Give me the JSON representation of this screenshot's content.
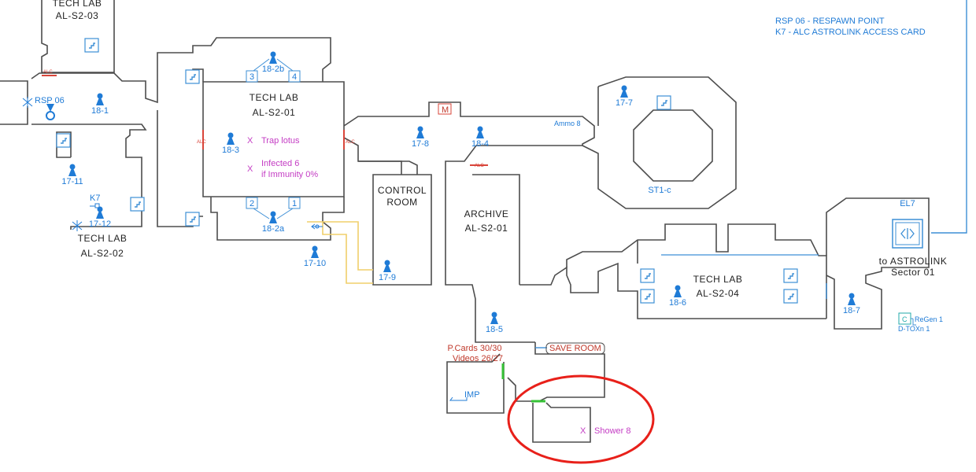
{
  "legend": [
    "RSP 06 - RESPAWN POINT",
    "K7 - ALC ASTROLINK ACCESS CARD"
  ],
  "rooms": {
    "lab03": [
      "TECH LAB",
      "AL-S2-03"
    ],
    "lab01": [
      "TECH LAB",
      "AL-S2-01"
    ],
    "lab02": [
      "TECH LAB",
      "AL-S2-02"
    ],
    "lab04": [
      "TECH LAB",
      "AL-S2-04"
    ],
    "control": [
      "CONTROL",
      "ROOM"
    ],
    "archive": [
      "ARCHIVE",
      "AL-S2-01"
    ],
    "st1c": "ST1-c",
    "save": "SAVE ROOM",
    "el7": "EL7",
    "astrolink": [
      "to ASTROLINK",
      "Sector 01"
    ]
  },
  "figures": [
    "18-1",
    "18-2b",
    "18-3",
    "18-2a",
    "17-11",
    "17-12",
    "17-10",
    "17-9",
    "17-8",
    "18-4",
    "17-7",
    "18-5",
    "18-6",
    "18-7"
  ],
  "doors": {
    "numbers": [
      "3",
      "4",
      "2",
      "1"
    ],
    "alc": "ALC",
    "m": "M",
    "c": "C"
  },
  "items": {
    "rsp": "RSP 06",
    "k7": "K7",
    "ammo": "Ammo 8",
    "trap": "Trap lotus",
    "infected": [
      "Infected 6",
      "if Immunity 0%"
    ],
    "pcards": "P.Cards 30/30",
    "videos": "Videos 26/27",
    "imp": "IMP",
    "regen": "ReGen 1",
    "dtox": "D-TOXn 1",
    "shower": "Shower 8",
    "x": "X"
  },
  "colors": {
    "wall": "#4d4d4d",
    "blue": "#1f7bd6",
    "red": "#c0392b",
    "magenta": "#c43dc4",
    "highlight": "#e8201a",
    "yellow": "#f0cf6a",
    "green": "#36c236"
  }
}
